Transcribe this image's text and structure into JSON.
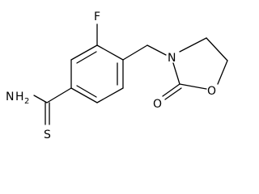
{
  "molecule": {
    "atoms": {
      "fluorine": "F",
      "amine_n": "N",
      "amine_h": "H",
      "amine_subscript": "2",
      "thio_s": "S",
      "ring_n": "N",
      "ring_o": "O",
      "carbonyl_o": "O"
    },
    "colors": {
      "bond": "#000000",
      "label": "#000000",
      "background": "#ffffff"
    }
  }
}
